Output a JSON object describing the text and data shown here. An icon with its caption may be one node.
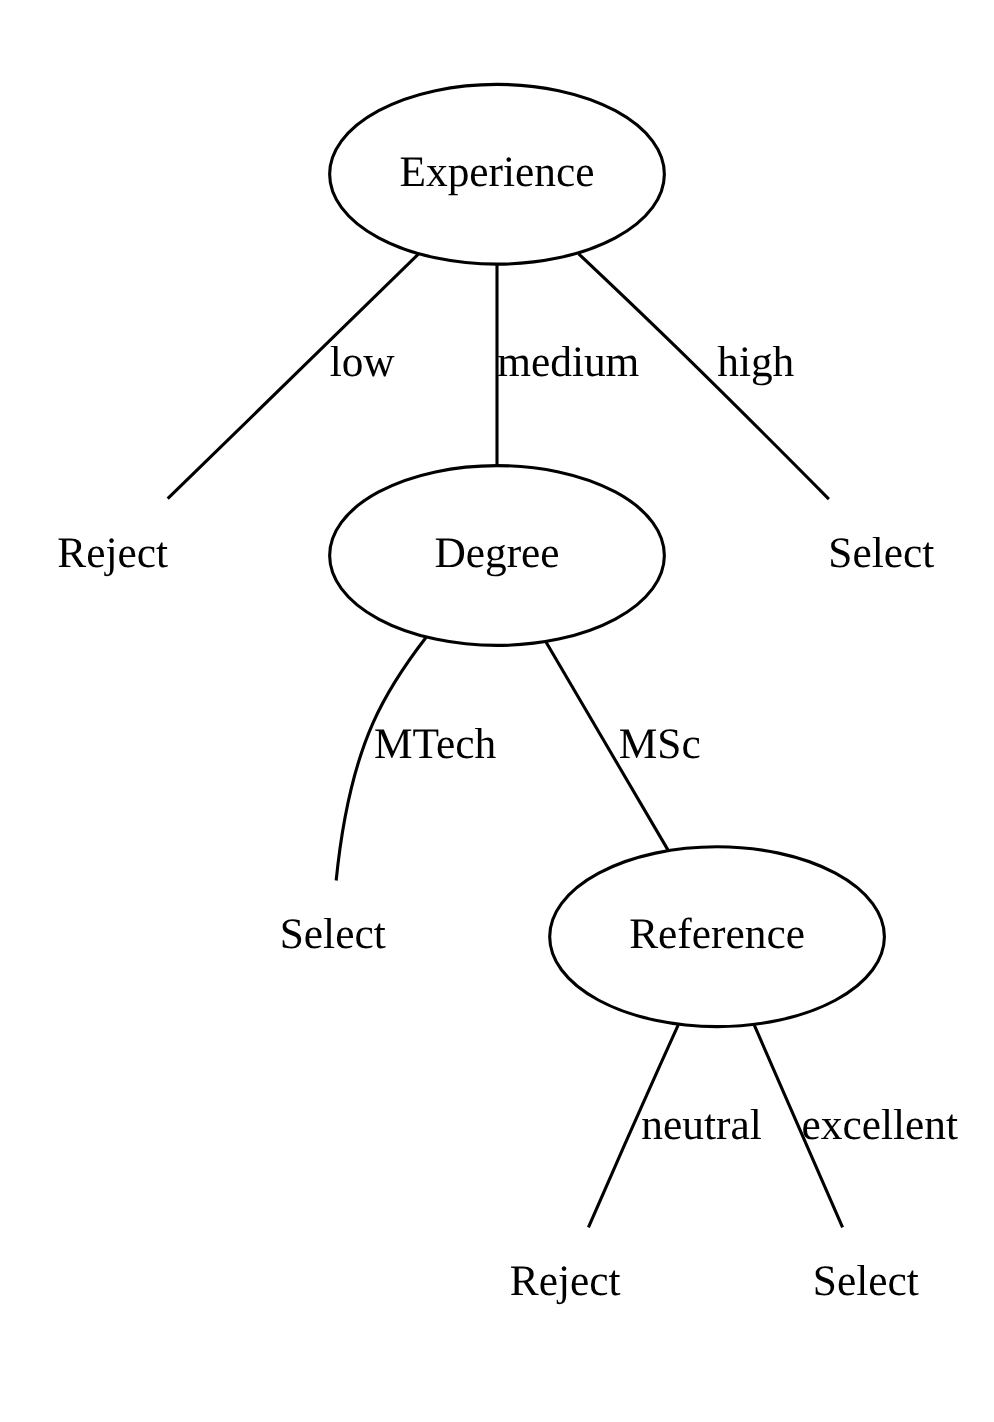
{
  "diagram": {
    "nodes": [
      {
        "text": [
          "Experience"
        ]
      },
      {
        "text": [
          "Reject"
        ]
      },
      {
        "text": [
          "Select"
        ]
      },
      {
        "text": [
          "Degree"
        ]
      },
      {
        "text": [
          "Select"
        ]
      },
      {
        "text": [
          "Reference"
        ]
      },
      {
        "text": [
          "Reject"
        ]
      },
      {
        "text": [
          "Select"
        ]
      }
    ],
    "edges": [
      {
        "from": 0,
        "to": 1,
        "arrow": "none",
        "label": "low"
      },
      {
        "from": 0,
        "to": 3,
        "arrow": "none",
        "label": "medium"
      },
      {
        "from": 0,
        "to": 2,
        "arrow": "none",
        "label": "high"
      },
      {
        "from": 3,
        "to": 4,
        "arrow": "none",
        "label": "MTech"
      },
      {
        "from": 3,
        "to": 5,
        "arrow": "none",
        "label": "MSc"
      },
      {
        "from": 5,
        "to": 6,
        "arrow": "none",
        "label": "neutral"
      },
      {
        "from": 5,
        "to": 7,
        "arrow": "none",
        "label": "excellent"
      }
    ]
  }
}
